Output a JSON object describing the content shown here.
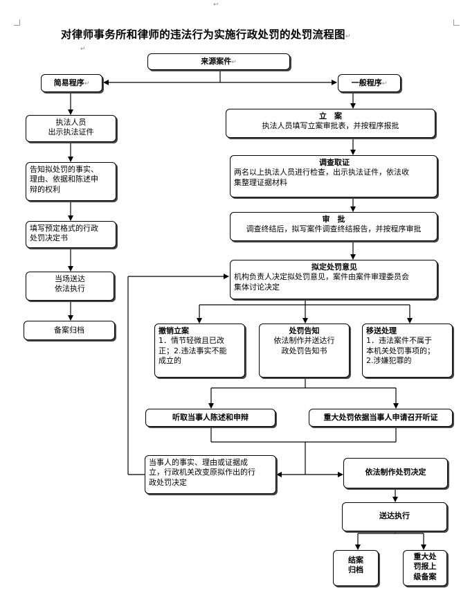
{
  "title": "对律师事务所和律师的违法行为实施行政处罚的处罚流程图",
  "nodes": {
    "source": "来源案件",
    "simple": "简易程序",
    "general": "一般程序",
    "s1": [
      "执法人员",
      "出示执法证件"
    ],
    "s2": [
      "告知拟处罚的事实、",
      "理由、依据和陈述申",
      "辩的权利"
    ],
    "s3": [
      "填写预定格式的行政",
      "处罚决定书"
    ],
    "s4": [
      "当场送达",
      "依法执行"
    ],
    "s5": "备案归档",
    "g1": {
      "title": "立　案",
      "body": "执法人员填写立案审批表，并按程序报批"
    },
    "g2": {
      "title": "调查取证",
      "body": [
        "两名以上执法人员进行检查，出示执法证件，依法收",
        "集整理证据材料"
      ]
    },
    "g3": {
      "title": "审　批",
      "body": "调查终结后，拟写案件调查终结报告，并按程序审批"
    },
    "g4": {
      "title": "拟定处罚意见",
      "body": [
        "机构负责人决定拟处罚意见，案件由案件审理委员会",
        "集体讨论决定"
      ]
    },
    "b1": {
      "title": "撤销立案",
      "body": [
        "1．情节轻微且已改",
        "正；2.违法事实不能",
        "成立的"
      ]
    },
    "b2": {
      "title": "处罚告知",
      "body": [
        "依法制作并送达行",
        "政处罚告知书"
      ]
    },
    "b3": {
      "title": "移送处理",
      "body": [
        "1．违法案件不属于",
        "本机关处罚事项的；",
        "2.涉嫌犯罪的"
      ]
    },
    "h1": "听取当事人陈述和申辩",
    "h2": "重大处罚依据当事人申请召开听证",
    "c1": [
      "当事人的事实、理由或证据成",
      "立，行政机关改变原拟作出的行",
      "政处罚决定"
    ],
    "d1": "依法制作处罚决定",
    "d2": "送达执行",
    "e1": [
      "结案",
      "归档"
    ],
    "e2": [
      "重大处",
      "罚报上",
      "级备案"
    ]
  },
  "marks": {
    "arrow": "↵",
    "return": "↩"
  }
}
